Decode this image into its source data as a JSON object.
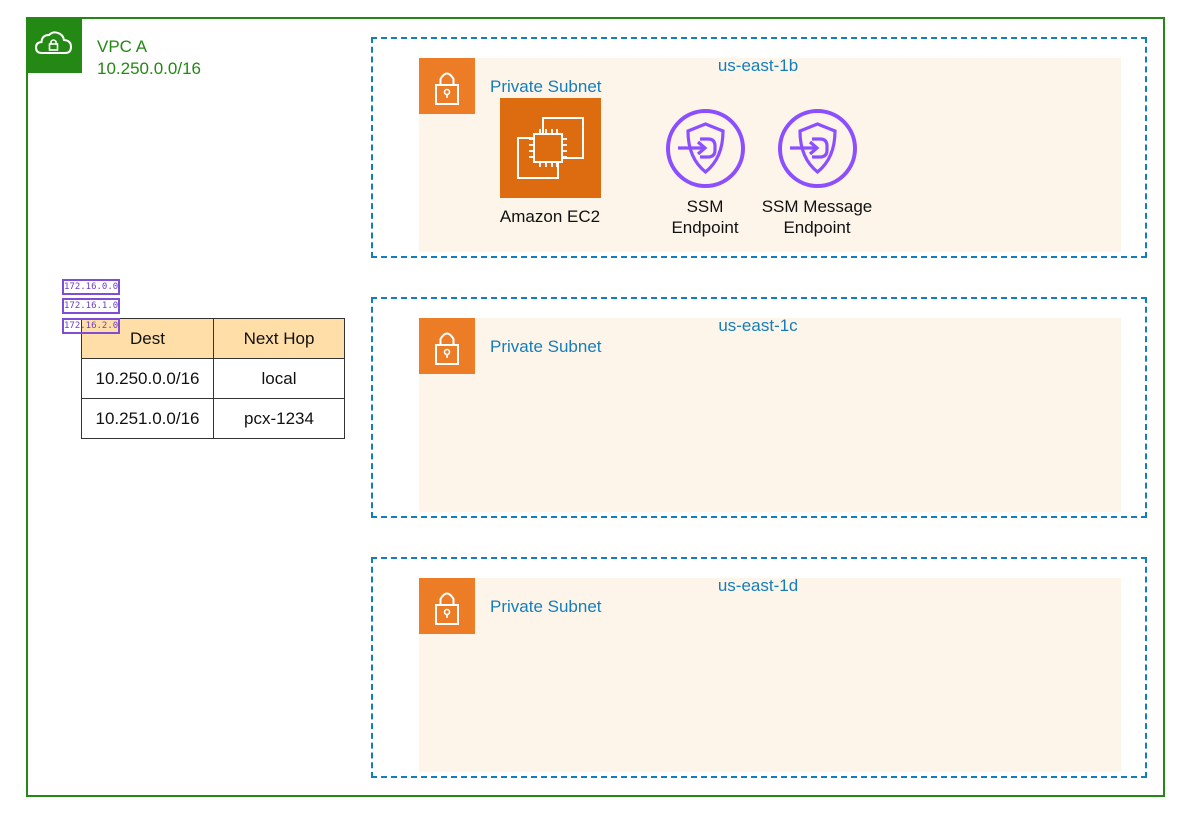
{
  "vpc": {
    "name": "VPC A",
    "cidr": "10.250.0.0/16",
    "icon": "vpc-cloud-lock-icon",
    "color": "#248814"
  },
  "zones": [
    {
      "az": "us-east-1b",
      "subnet": "Private Subnet"
    },
    {
      "az": "us-east-1c",
      "subnet": "Private Subnet"
    },
    {
      "az": "us-east-1d",
      "subnet": "Private Subnet"
    }
  ],
  "resources": {
    "ec2": {
      "label": "Amazon EC2",
      "icon": "ec2-chip-icon"
    },
    "ssm": {
      "line1": "SSM",
      "line2": "Endpoint",
      "icon": "endpoint-shield-icon"
    },
    "ssm_messages": {
      "line1": "SSM Message",
      "line2": "Endpoint",
      "icon": "endpoint-shield-icon"
    }
  },
  "route_table": {
    "headers": [
      "Dest",
      "Next Hop"
    ],
    "rows": [
      [
        "10.250.0.0/16",
        "local"
      ],
      [
        "10.251.0.0/16",
        "pcx-1234"
      ]
    ]
  },
  "prefix_list": [
    "172.16.0.0",
    "172.16.1.0",
    "172.16.2.0"
  ],
  "colors": {
    "az_border": "#147eba",
    "subnet_fill": "#fdf5ea",
    "subnet_icon": "#ed7c26",
    "ec2": "#dd6b10",
    "endpoint": "#8c4fff",
    "table_header": "#ffdea8"
  }
}
